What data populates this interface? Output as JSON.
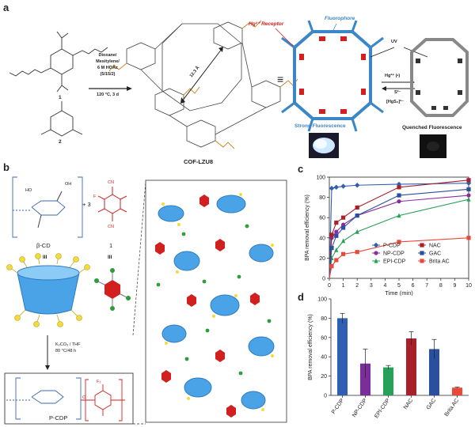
{
  "panel_a": {
    "label": "a",
    "compound_1": "1",
    "compound_2": "2",
    "conditions": [
      "Dioxane/",
      "Mesitylene/",
      "6 M HOAc",
      "(5/15/2)",
      "120 °C, 3 d"
    ],
    "pore_size": "12.3 Å",
    "product": "COF-LZU8",
    "hg_receptor": "Hg²⁺ Receptor",
    "fluorophore": "Fluorophore",
    "uv": "UV",
    "hg_forward": "Hg²⁺ (•)",
    "s_reagent": "S²⁻",
    "hgs_product": "[HgS₂]²⁻",
    "strong": "Strong Fluorescence",
    "quenched": "Quenched Fluorescence",
    "equiv": "≡",
    "colors": {
      "blue": "#3a86c8",
      "red": "#d22020",
      "grey": "#777777"
    }
  },
  "panel_b": {
    "label": "b",
    "bcd": "β-CD",
    "plus_3": "+   3",
    "tfn_label": "1",
    "roman": "III",
    "conditions": [
      "K₂CO₃ / THF",
      "80 °C/48 h"
    ],
    "product": "P-CDP",
    "tfn_groups": [
      "CN",
      "CN",
      "F"
    ],
    "fluoro": "F₂",
    "ho": "HO",
    "oh": "OH",
    "o": "O"
  },
  "panel_c": {
    "label": "c",
    "legend": [
      "P-CDP",
      "NP-CDP",
      "EPI-CDP",
      "NAC",
      "GAC",
      "Brita AC"
    ]
  },
  "panel_d": {
    "label": "d"
  },
  "chart_data": [
    {
      "type": "line",
      "xlabel": "Time (min)",
      "ylabel": "BPA removal efficiency (%)",
      "xlim": [
        0,
        10
      ],
      "ylim": [
        0,
        100
      ],
      "xticks": [
        0,
        1,
        2,
        3,
        4,
        5,
        6,
        7,
        8,
        9,
        10
      ],
      "yticks": [
        0,
        20,
        40,
        60,
        80,
        100
      ],
      "legend_position": "bottom-right",
      "series": [
        {
          "name": "P-CDP",
          "color": "#2f5fb3",
          "marker": "diamond",
          "x": [
            0,
            0.17,
            0.5,
            1,
            2,
            5,
            10
          ],
          "y": [
            0,
            89,
            90,
            91,
            92,
            93,
            94
          ]
        },
        {
          "name": "NP-CDP",
          "color": "#8b2c9a",
          "marker": "circle",
          "x": [
            0,
            0.17,
            0.5,
            1,
            2,
            5,
            10
          ],
          "y": [
            0,
            40,
            46,
            53,
            62,
            76,
            82
          ]
        },
        {
          "name": "EPI-CDP",
          "color": "#27a05a",
          "marker": "triangle",
          "x": [
            0,
            0.17,
            0.5,
            1,
            2,
            5,
            10
          ],
          "y": [
            0,
            20,
            28,
            37,
            46,
            62,
            78
          ]
        },
        {
          "name": "NAC",
          "color": "#a8202a",
          "marker": "square",
          "x": [
            0,
            0.17,
            0.5,
            1,
            2,
            5,
            10
          ],
          "y": [
            0,
            43,
            55,
            60,
            70,
            90,
            97
          ]
        },
        {
          "name": "GAC",
          "color": "#2a4f9e",
          "marker": "square",
          "x": [
            0,
            0.17,
            0.5,
            1,
            2,
            5,
            10
          ],
          "y": [
            0,
            30,
            42,
            50,
            62,
            82,
            88
          ]
        },
        {
          "name": "Brita AC",
          "color": "#e84a3a",
          "marker": "square",
          "x": [
            0,
            0.17,
            0.5,
            1,
            2,
            5,
            10
          ],
          "y": [
            0,
            12,
            18,
            24,
            26,
            36,
            40
          ]
        }
      ]
    },
    {
      "type": "bar",
      "ylabel": "BPA removal efficiency (%)",
      "ylim": [
        0,
        100
      ],
      "yticks": [
        0,
        20,
        40,
        60,
        80,
        100
      ],
      "categories": [
        "P-CDP",
        "NP-CDP",
        "EPI-CDP",
        "NAC",
        "GAC",
        "Brita AC"
      ],
      "values": [
        80,
        33,
        29,
        59,
        48,
        8
      ],
      "errors": [
        5,
        15,
        2,
        7,
        10,
        0.5
      ],
      "colors": [
        "#2f5fb3",
        "#7b2d9a",
        "#27a05a",
        "#a8202a",
        "#2a4f9e",
        "#e84a3a"
      ]
    }
  ]
}
